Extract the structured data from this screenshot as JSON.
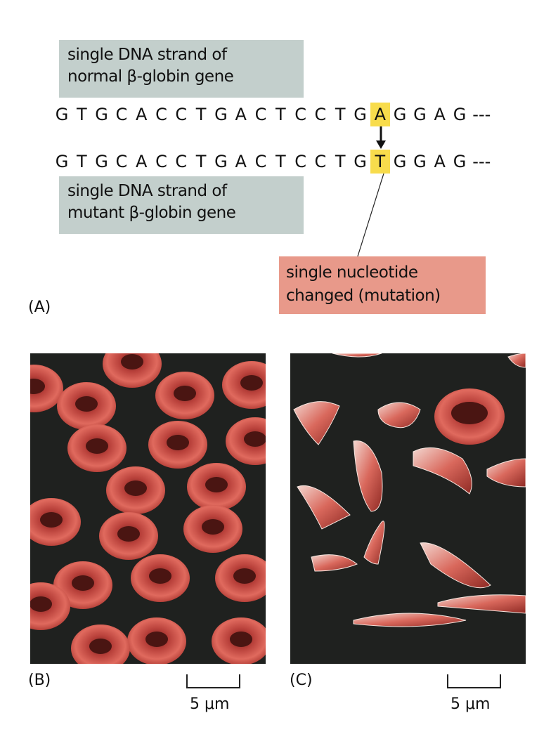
{
  "panel_a": {
    "normal_label": [
      "single DNA strand of",
      "normal β-globin gene"
    ],
    "mutant_label": [
      "single DNA strand of",
      "mutant β-globin gene"
    ],
    "normal_sequence": [
      "G",
      "T",
      "G",
      "C",
      "A",
      "C",
      "C",
      "T",
      "G",
      "A",
      "C",
      "T",
      "C",
      "C",
      "T",
      "G",
      "A",
      "G",
      "G",
      "A",
      "G"
    ],
    "mutant_sequence": [
      "G",
      "T",
      "G",
      "C",
      "A",
      "C",
      "C",
      "T",
      "G",
      "A",
      "C",
      "T",
      "C",
      "C",
      "T",
      "G",
      "T",
      "G",
      "G",
      "A",
      "G"
    ],
    "highlight_index": 16,
    "continuation": "---",
    "mutation_label": [
      "single nucleotide",
      "changed (mutation)"
    ],
    "panel_label": "(A)",
    "colors": {
      "label_box": "#c3cfcc",
      "highlight": "#f8dc4c",
      "mutation_box": "#e8998a"
    }
  },
  "panel_b": {
    "panel_label": "(B)",
    "scale_label": "5 μm",
    "description_icon": "normal-red-blood-cells-micrograph"
  },
  "panel_c": {
    "panel_label": "(C)",
    "scale_label": "5 μm",
    "description_icon": "sickle-cells-micrograph"
  }
}
